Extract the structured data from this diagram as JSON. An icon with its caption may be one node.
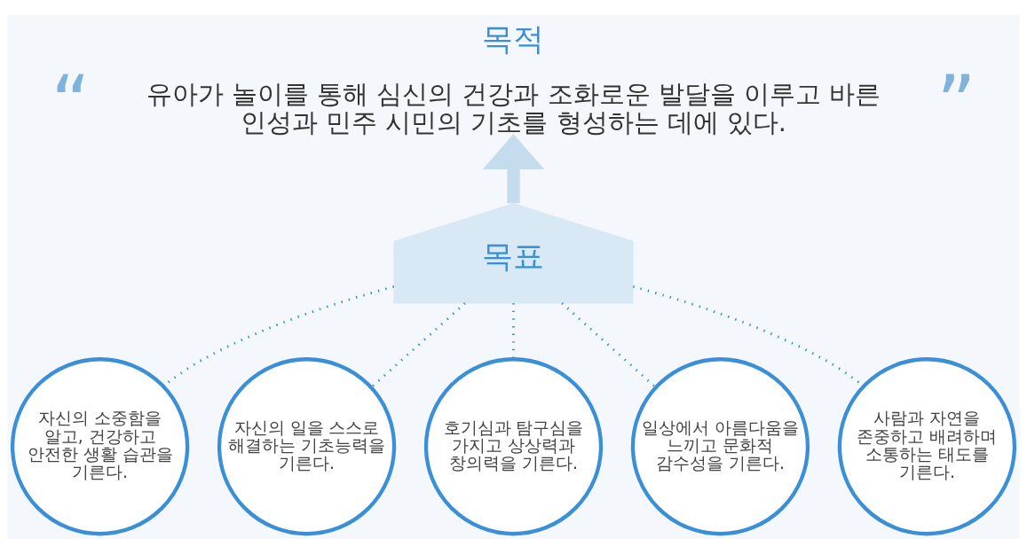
{
  "diagram": {
    "title": "목적",
    "nodes": [
      {
        "text": [
          "유아가 놀이를 통해 심신의 건강과 조화로운 발달을 이루고 바른 인성과 민주 시민의 기초를 형성하는 데에 있다."
        ]
      },
      {
        "text": [
          "목표"
        ]
      },
      {
        "text": [
          "자신의 소중함을 알고, 건강하고 안전한 생활 습관을 기른다."
        ]
      },
      {
        "text": [
          "자신의 일을 스스로 해결하는 기초능력을 기른다."
        ]
      },
      {
        "text": [
          "호기심과 탐구심을 가지고 상상력과 창의력을 기른다."
        ]
      },
      {
        "text": [
          "일상에서 아름다움을 느끼고 문화적 감수성을 기른다."
        ]
      },
      {
        "text": [
          "사람과 자연을 존중하고 배려하며 소통하는 태도를 기른다."
        ]
      }
    ],
    "edges": [
      {
        "from": 1,
        "to": 0,
        "arrow": "to",
        "style": "thick",
        "color": "#c5dcef"
      },
      {
        "from": 1,
        "to": 2,
        "arrow": "none",
        "style": "dashed"
      },
      {
        "from": 1,
        "to": 3,
        "arrow": "none",
        "style": "dashed"
      },
      {
        "from": 1,
        "to": 4,
        "arrow": "none",
        "style": "dashed"
      },
      {
        "from": 1,
        "to": 5,
        "arrow": "none",
        "style": "dashed"
      },
      {
        "from": 1,
        "to": 6,
        "arrow": "none",
        "style": "dashed"
      }
    ],
    "labels": [
      "“",
      "”"
    ]
  }
}
